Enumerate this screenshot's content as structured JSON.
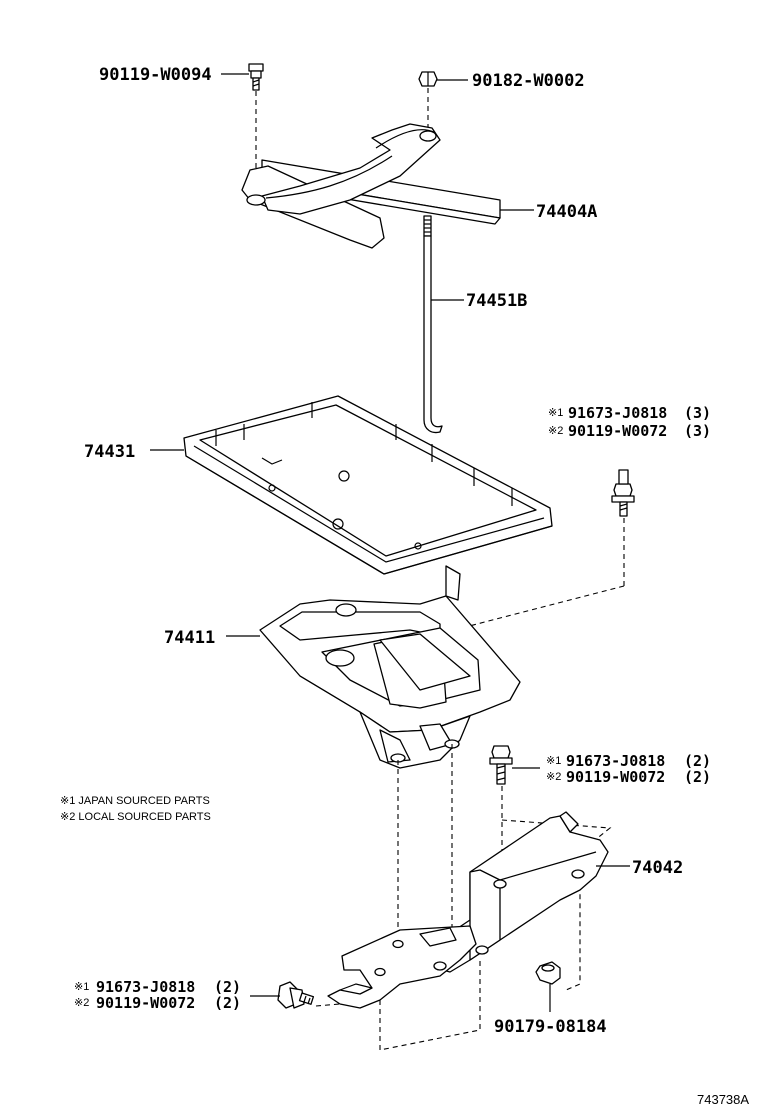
{
  "parts": {
    "bolt_top_left": "90119-W0094",
    "nut_top_right": "90182-W0002",
    "clamp": "74404A",
    "rod": "74451B",
    "tray": "74431",
    "carrier": "74411",
    "bracket": "74042",
    "nut_bottom": "90179-08184"
  },
  "callouts": {
    "bolt_a": [
      {
        "mark": "※1",
        "part": "91673-J0818",
        "qty": "(3)"
      },
      {
        "mark": "※2",
        "part": "90119-W0072",
        "qty": "(3)"
      }
    ],
    "bolt_b": [
      {
        "mark": "※1",
        "part": "91673-J0818",
        "qty": "(2)"
      },
      {
        "mark": "※2",
        "part": "90119-W0072",
        "qty": "(2)"
      }
    ],
    "bolt_c": [
      {
        "mark": "※1",
        "part": "91673-J0818",
        "qty": "(2)"
      },
      {
        "mark": "※2",
        "part": "90119-W0072",
        "qty": "(2)"
      }
    ]
  },
  "notes": [
    "※1 JAPAN SOURCED PARTS",
    "※2 LOCAL SOURCED PARTS"
  ],
  "figure_id": "743738A"
}
